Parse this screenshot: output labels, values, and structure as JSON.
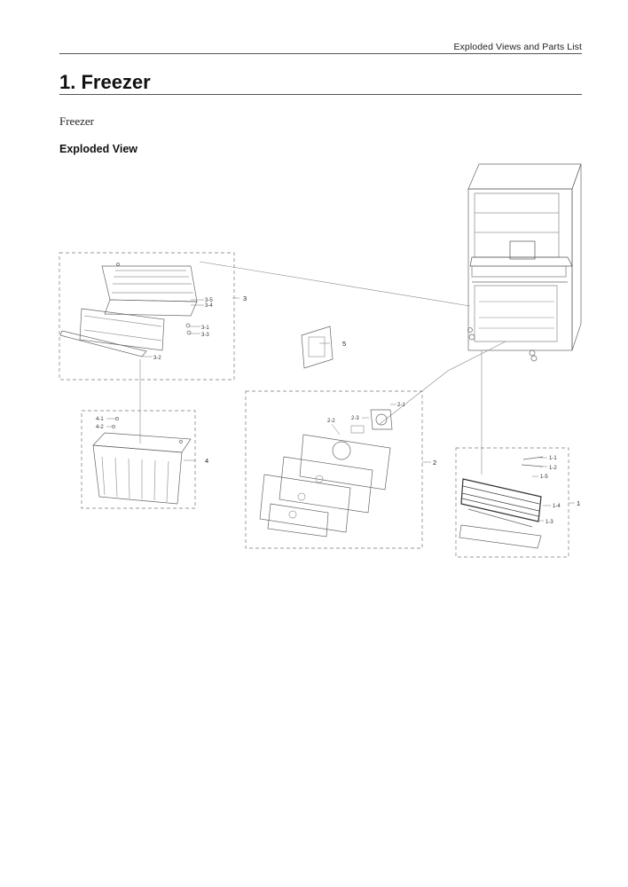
{
  "header": {
    "running_title": "Exploded Views and Parts List"
  },
  "page": {
    "title": "1.  Freezer",
    "subtitle": "Freezer",
    "section_heading": "Exploded View"
  },
  "diagram": {
    "callouts": {
      "p1": "1",
      "p1_1": "1-1",
      "p1_2": "1-2",
      "p1_3": "1-3",
      "p1_4": "1-4",
      "p1_5": "1-5",
      "p2": "2",
      "p2_1": "2-1",
      "p2_2": "2-2",
      "p2_3": "2-3",
      "p3": "3",
      "p3_1": "3-1",
      "p3_2": "3-2",
      "p3_3": "3-3",
      "p3_4": "3-4",
      "p3_5": "3-5",
      "p4": "4",
      "p4_1": "4-1",
      "p4_2": "4-2",
      "p5": "5"
    }
  }
}
